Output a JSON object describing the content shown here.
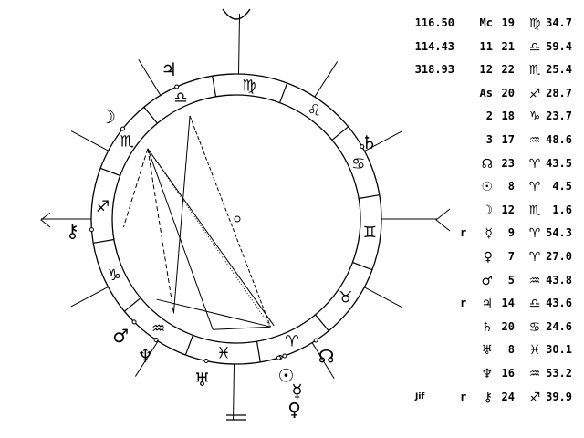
{
  "signs": [
    "♈",
    "♉",
    "♊",
    "♋",
    "♌",
    "♍",
    "♎",
    "♏",
    "♐",
    "♑",
    "♒",
    "♓"
  ],
  "angles": {
    "mc_symbol": "☽",
    "ic_symbol": "≡",
    "asc_symbol": "⚷"
  },
  "table": [
    {
      "value": "116.50",
      "retro": "",
      "label": "Mc",
      "deg": "19",
      "sign": 5,
      "min": "34.7",
      "kind": "house"
    },
    {
      "value": "114.43",
      "retro": "",
      "label": "11",
      "deg": "21",
      "sign": 6,
      "min": "59.4",
      "kind": "house"
    },
    {
      "value": "318.93",
      "retro": "",
      "label": "12",
      "deg": "22",
      "sign": 7,
      "min": "25.4",
      "kind": "house"
    },
    {
      "value": "",
      "retro": "",
      "label": "As",
      "deg": "20",
      "sign": 8,
      "min": "28.7",
      "kind": "house"
    },
    {
      "value": "",
      "retro": "",
      "label": "2",
      "deg": "18",
      "sign": 9,
      "min": "23.7",
      "kind": "house"
    },
    {
      "value": "",
      "retro": "",
      "label": "3",
      "deg": "17",
      "sign": 10,
      "min": "48.6",
      "kind": "house"
    },
    {
      "value": "",
      "retro": "",
      "label": "☊",
      "deg": "23",
      "sign": 0,
      "min": "43.5",
      "kind": "planet",
      "key": "node"
    },
    {
      "value": "",
      "retro": "",
      "label": "☉",
      "deg": "8",
      "sign": 0,
      "min": "4.5",
      "kind": "planet",
      "key": "sun"
    },
    {
      "value": "",
      "retro": "",
      "label": "☽",
      "deg": "12",
      "sign": 7,
      "min": "1.6",
      "kind": "planet",
      "key": "moon"
    },
    {
      "value": "",
      "retro": "r",
      "label": "☿",
      "deg": "9",
      "sign": 0,
      "min": "54.3",
      "kind": "planet",
      "key": "mercury"
    },
    {
      "value": "",
      "retro": "",
      "label": "♀",
      "deg": "7",
      "sign": 0,
      "min": "27.0",
      "kind": "planet",
      "key": "venus"
    },
    {
      "value": "",
      "retro": "",
      "label": "♂",
      "deg": "5",
      "sign": 10,
      "min": "43.8",
      "kind": "planet",
      "key": "mars"
    },
    {
      "value": "",
      "retro": "r",
      "label": "♃",
      "deg": "14",
      "sign": 6,
      "min": "43.6",
      "kind": "planet",
      "key": "jupiter"
    },
    {
      "value": "",
      "retro": "",
      "label": "♄",
      "deg": "20",
      "sign": 3,
      "min": "24.6",
      "kind": "planet",
      "key": "saturn"
    },
    {
      "value": "",
      "retro": "",
      "label": "♅",
      "deg": "8",
      "sign": 11,
      "min": "30.1",
      "kind": "planet",
      "key": "uranus"
    },
    {
      "value": "",
      "retro": "",
      "label": "♆",
      "deg": "16",
      "sign": 10,
      "min": "53.2",
      "kind": "planet",
      "key": "neptune"
    },
    {
      "value": "",
      "retro": "r",
      "label": "⚷",
      "deg": "24",
      "sign": 8,
      "min": "39.9",
      "kind": "planet",
      "key": "chiron"
    }
  ],
  "signature": "Jif"
}
